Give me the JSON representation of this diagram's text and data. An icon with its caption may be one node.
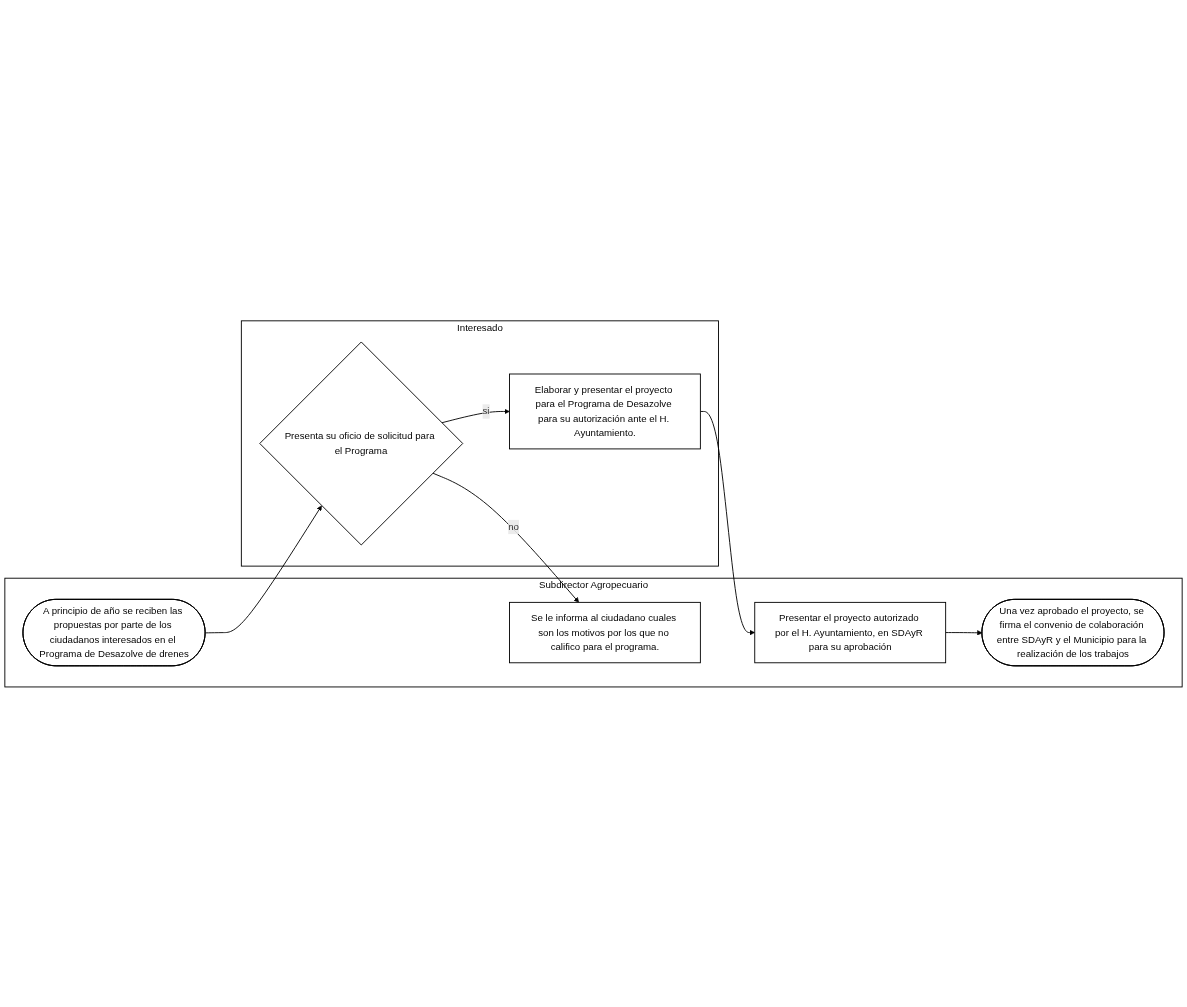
{
  "diagram": {
    "nodes": [
      {
        "text": [
          "Subdirector Agropecuario"
        ]
      },
      {
        "text": [
          "Interesado"
        ]
      },
      {
        "text": [
          "A principio de año se reciben las propuestas por parte de los ciudadanos interesados en el Programa de Desazolve de drenes"
        ],
        "in": 0
      },
      {
        "text": [
          "Presenta su oficio de solicitud para el Programa"
        ],
        "in": 1
      },
      {
        "text": [
          "Elaborar y presentar el proyecto para el Programa de Desazolve para su autorización ante el H. Ayuntamiento."
        ],
        "in": 1
      },
      {
        "text": [
          "Presentar el proyecto autorizado por el H. Ayuntamiento, en SDAyR para su aprobación"
        ],
        "in": 0
      },
      {
        "text": [
          "Una vez aprobado el proyecto, se firma el convenio de colaboración entre SDAyR y el Municipio para la realización de los trabajos"
        ],
        "in": 0
      },
      {
        "text": [
          "Se le informa al ciudadano cuales son los motivos por los que no califico para el programa."
        ],
        "in": 0
      }
    ],
    "edges": [
      {
        "from": 2,
        "to": 3,
        "arrow": "to"
      },
      {
        "from": 3,
        "to": 4,
        "arrow": "to",
        "label": "si"
      },
      {
        "from": 4,
        "to": 5,
        "arrow": "to"
      },
      {
        "from": 5,
        "to": 6,
        "arrow": "to"
      },
      {
        "from": 3,
        "to": 7,
        "arrow": "to",
        "label": "no"
      }
    ]
  }
}
